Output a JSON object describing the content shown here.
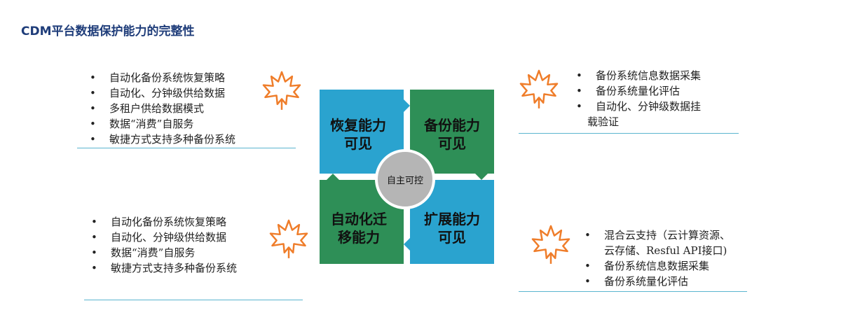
{
  "title": "CDM平台数据保护能力的完整性",
  "panels": {
    "top_left": [
      "自动化备份系统恢复策略",
      "自动化、分钟级供给数据",
      "多租户供给数据模式",
      "数据“消费”自服务",
      "敏捷方式支持多种备份系统"
    ],
    "top_right": [
      "备份系统信息数据采集",
      "备份系统量化评估",
      "自动化、分钟级数据挂",
      "载验证"
    ],
    "bottom_left": [
      "自动化备份系统恢复策略",
      "自动化、分钟级供给数据",
      "数据“消费”自服务",
      "敏捷方式支持多种备份系统"
    ],
    "bottom_right": [
      "混合云支持（云计算资源、",
      "云存储、Resful API接口)",
      "备份系统信息数据采集",
      "备份系统量化评估"
    ]
  },
  "quadrants": {
    "top_left": {
      "line1": "恢复能力",
      "line2": "可见",
      "color": "#2aa3cf"
    },
    "top_right": {
      "line1": "备份能力",
      "line2": "可见",
      "color": "#2e8f57"
    },
    "bottom_left": {
      "line1": "自动化迁",
      "line2": "移能力",
      "color": "#2e8f57"
    },
    "bottom_right": {
      "line1": "扩展能力",
      "line2": "可见",
      "color": "#2aa3cf"
    }
  },
  "center": "自主可控",
  "colors": {
    "title": "#1f3d7a",
    "leaf": "#ef7d2a",
    "rule": "#5ab5cf",
    "blue": "#2aa3cf",
    "green": "#2e8f57",
    "circle": "#b5b5b5"
  },
  "icons": {
    "leaf": "maple-leaf-icon"
  }
}
